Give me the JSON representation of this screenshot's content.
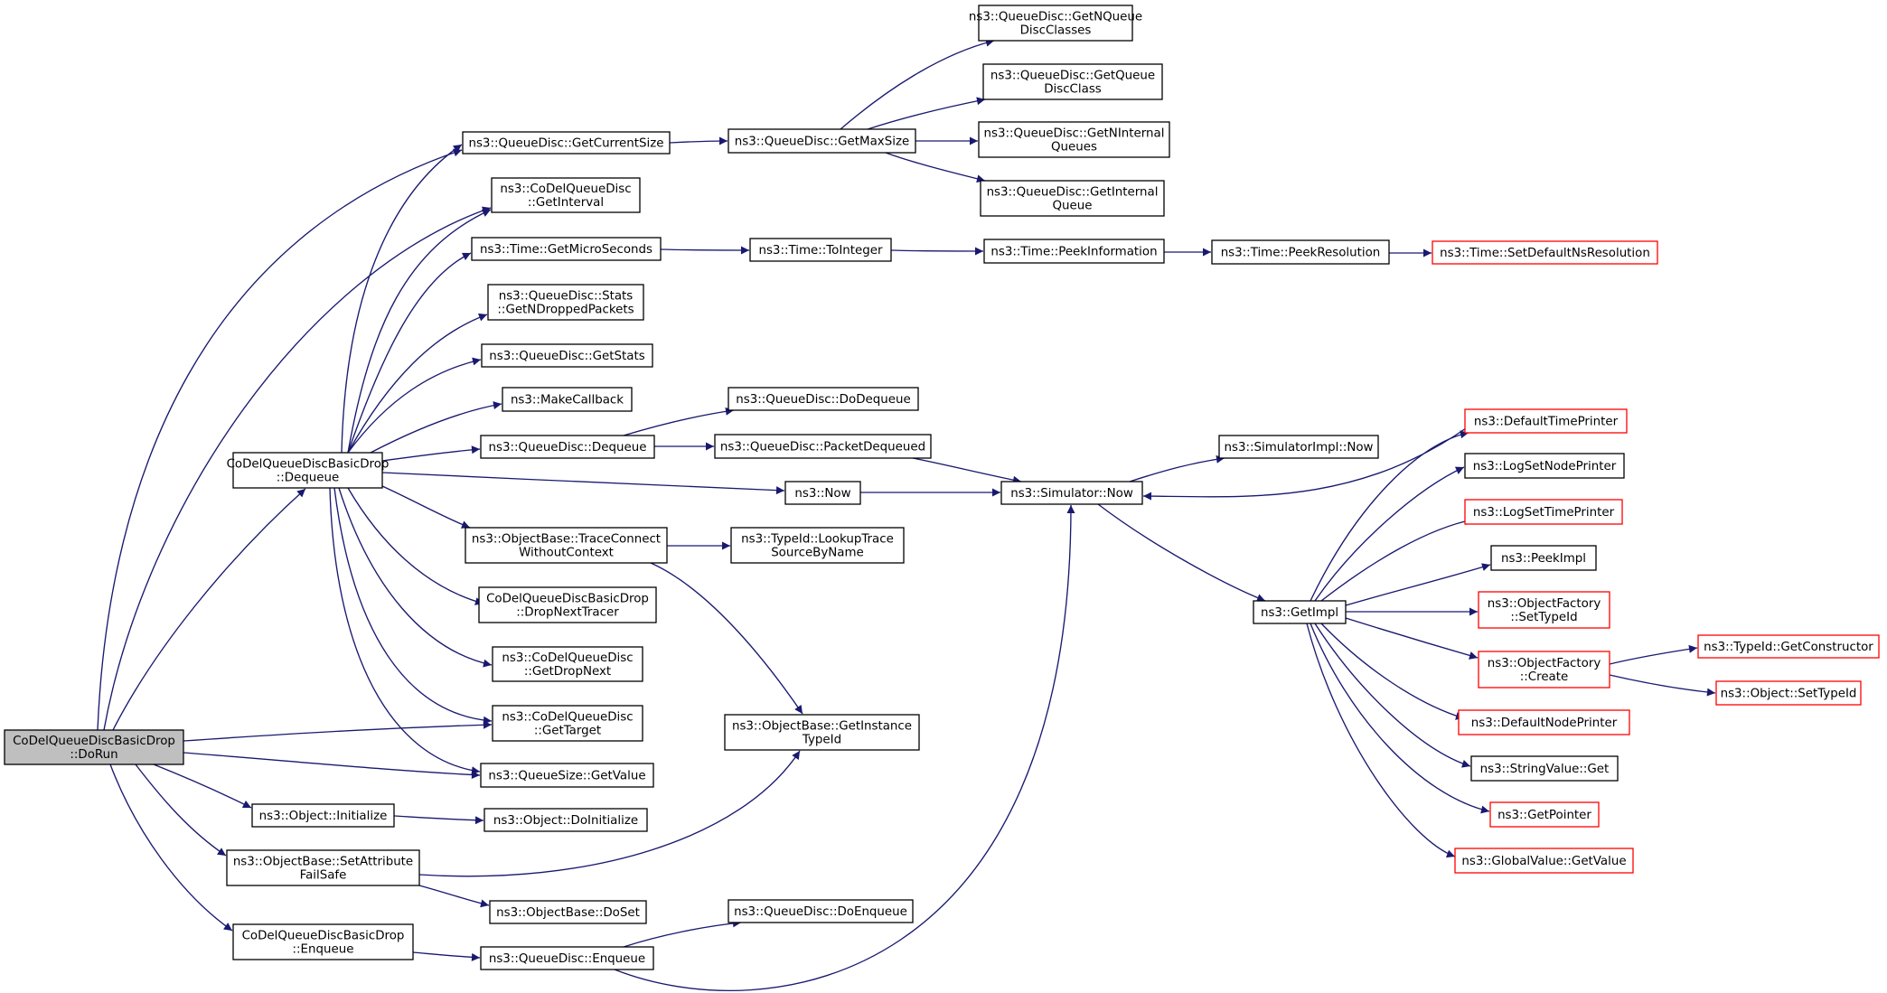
{
  "colors": {
    "edge": "#191970",
    "node_border": "#000000",
    "node_border_truncated": "#ff0000",
    "node_fill": "#ffffff",
    "root_fill": "#bfbfbf"
  },
  "nodes": [
    {
      "id": "dorun",
      "lines": [
        "CoDelQueueDiscBasicDrop",
        "::DoRun"
      ],
      "root": true
    },
    {
      "id": "dequeue",
      "lines": [
        "CoDelQueueDiscBasicDrop",
        "::Dequeue"
      ]
    },
    {
      "id": "getcurrentsize",
      "lines": [
        "ns3::QueueDisc::GetCurrentSize"
      ]
    },
    {
      "id": "getinterval",
      "lines": [
        "ns3::CoDelQueueDisc",
        "::GetInterval"
      ]
    },
    {
      "id": "getmicroseconds",
      "lines": [
        "ns3::Time::GetMicroSeconds"
      ]
    },
    {
      "id": "getndropped",
      "lines": [
        "ns3::QueueDisc::Stats",
        "::GetNDroppedPackets"
      ]
    },
    {
      "id": "getstats",
      "lines": [
        "ns3::QueueDisc::GetStats"
      ]
    },
    {
      "id": "makecallback",
      "lines": [
        "ns3::MakeCallback"
      ]
    },
    {
      "id": "qd_dequeue",
      "lines": [
        "ns3::QueueDisc::Dequeue"
      ]
    },
    {
      "id": "now",
      "lines": [
        "ns3::Now"
      ]
    },
    {
      "id": "traceconnect",
      "lines": [
        "ns3::ObjectBase::TraceConnect",
        "WithoutContext"
      ]
    },
    {
      "id": "dropnexttracer",
      "lines": [
        "CoDelQueueDiscBasicDrop",
        "::DropNextTracer"
      ]
    },
    {
      "id": "getdropnext",
      "lines": [
        "ns3::CoDelQueueDisc",
        "::GetDropNext"
      ]
    },
    {
      "id": "gettarget",
      "lines": [
        "ns3::CoDelQueueDisc",
        "::GetTarget"
      ]
    },
    {
      "id": "qs_getvalue",
      "lines": [
        "ns3::QueueSize::GetValue"
      ]
    },
    {
      "id": "obj_initialize",
      "lines": [
        "ns3::Object::Initialize"
      ]
    },
    {
      "id": "setattrfailsafe",
      "lines": [
        "ns3::ObjectBase::SetAttribute",
        "FailSafe"
      ]
    },
    {
      "id": "enqueue",
      "lines": [
        "CoDelQueueDiscBasicDrop",
        "::Enqueue"
      ]
    },
    {
      "id": "getmaxsize",
      "lines": [
        "ns3::QueueDisc::GetMaxSize"
      ]
    },
    {
      "id": "getnqueuedisc",
      "lines": [
        "ns3::QueueDisc::GetNQueue",
        "DiscClasses"
      ]
    },
    {
      "id": "getqueuedisc",
      "lines": [
        "ns3::QueueDisc::GetQueue",
        "DiscClass"
      ]
    },
    {
      "id": "getninternal",
      "lines": [
        "ns3::QueueDisc::GetNInternal",
        "Queues"
      ]
    },
    {
      "id": "getinternal",
      "lines": [
        "ns3::QueueDisc::GetInternal",
        "Queue"
      ]
    },
    {
      "id": "tointeger",
      "lines": [
        "ns3::Time::ToInteger"
      ]
    },
    {
      "id": "peekinfo",
      "lines": [
        "ns3::Time::PeekInformation"
      ]
    },
    {
      "id": "peekres",
      "lines": [
        "ns3::Time::PeekResolution"
      ]
    },
    {
      "id": "setdefaultns",
      "lines": [
        "ns3::Time::SetDefaultNsResolution"
      ],
      "truncated": true
    },
    {
      "id": "dodequeue",
      "lines": [
        "ns3::QueueDisc::DoDequeue"
      ]
    },
    {
      "id": "packetdequeued",
      "lines": [
        "ns3::QueueDisc::PacketDequeued"
      ]
    },
    {
      "id": "lookuptrace",
      "lines": [
        "ns3::TypeId::LookupTrace",
        "SourceByName"
      ]
    },
    {
      "id": "getinstancetypeid",
      "lines": [
        "ns3::ObjectBase::GetInstance",
        "TypeId"
      ]
    },
    {
      "id": "doinitialize",
      "lines": [
        "ns3::Object::DoInitialize"
      ]
    },
    {
      "id": "doset",
      "lines": [
        "ns3::ObjectBase::DoSet"
      ]
    },
    {
      "id": "doenqueue",
      "lines": [
        "ns3::QueueDisc::DoEnqueue"
      ]
    },
    {
      "id": "qd_enqueue",
      "lines": [
        "ns3::QueueDisc::Enqueue"
      ]
    },
    {
      "id": "sim_now",
      "lines": [
        "ns3::Simulator::Now"
      ]
    },
    {
      "id": "simimpl_now",
      "lines": [
        "ns3::SimulatorImpl::Now"
      ]
    },
    {
      "id": "getimpl",
      "lines": [
        "ns3::GetImpl"
      ]
    },
    {
      "id": "defaulttimeprinter",
      "lines": [
        "ns3::DefaultTimePrinter"
      ],
      "truncated": true
    },
    {
      "id": "logsetnodeprinter",
      "lines": [
        "ns3::LogSetNodePrinter"
      ]
    },
    {
      "id": "logsettimeprinter",
      "lines": [
        "ns3::LogSetTimePrinter"
      ],
      "truncated": true
    },
    {
      "id": "peekimpl",
      "lines": [
        "ns3::PeekImpl"
      ]
    },
    {
      "id": "of_settypeid",
      "lines": [
        "ns3::ObjectFactory",
        "::SetTypeId"
      ],
      "truncated": true
    },
    {
      "id": "of_create",
      "lines": [
        "ns3::ObjectFactory",
        "::Create"
      ],
      "truncated": true
    },
    {
      "id": "defaultnodeprinter",
      "lines": [
        "ns3::DefaultNodePrinter"
      ],
      "truncated": true
    },
    {
      "id": "stringvalue_get",
      "lines": [
        "ns3::StringValue::Get"
      ]
    },
    {
      "id": "getpointer",
      "lines": [
        "ns3::GetPointer"
      ],
      "truncated": true
    },
    {
      "id": "globalvalue_get",
      "lines": [
        "ns3::GlobalValue::GetValue"
      ],
      "truncated": true
    },
    {
      "id": "getconstructor",
      "lines": [
        "ns3::TypeId::GetConstructor"
      ],
      "truncated": true
    },
    {
      "id": "obj_settypeid",
      "lines": [
        "ns3::Object::SetTypeId"
      ],
      "truncated": true
    }
  ],
  "edges": [
    {
      "from": "dorun",
      "to": "getcurrentsize"
    },
    {
      "from": "dorun",
      "to": "getinterval"
    },
    {
      "from": "dorun",
      "to": "dequeue"
    },
    {
      "from": "dorun",
      "to": "gettarget"
    },
    {
      "from": "dorun",
      "to": "qs_getvalue"
    },
    {
      "from": "dorun",
      "to": "obj_initialize"
    },
    {
      "from": "dorun",
      "to": "setattrfailsafe"
    },
    {
      "from": "dorun",
      "to": "enqueue"
    },
    {
      "from": "dequeue",
      "to": "getcurrentsize"
    },
    {
      "from": "dequeue",
      "to": "getinterval"
    },
    {
      "from": "dequeue",
      "to": "getmicroseconds"
    },
    {
      "from": "dequeue",
      "to": "getndropped"
    },
    {
      "from": "dequeue",
      "to": "getstats"
    },
    {
      "from": "dequeue",
      "to": "makecallback"
    },
    {
      "from": "dequeue",
      "to": "qd_dequeue"
    },
    {
      "from": "dequeue",
      "to": "now"
    },
    {
      "from": "dequeue",
      "to": "traceconnect"
    },
    {
      "from": "dequeue",
      "to": "dropnexttracer"
    },
    {
      "from": "dequeue",
      "to": "getdropnext"
    },
    {
      "from": "dequeue",
      "to": "gettarget"
    },
    {
      "from": "dequeue",
      "to": "qs_getvalue"
    },
    {
      "from": "getcurrentsize",
      "to": "getmaxsize"
    },
    {
      "from": "getmaxsize",
      "to": "getnqueuedisc"
    },
    {
      "from": "getmaxsize",
      "to": "getqueuedisc"
    },
    {
      "from": "getmaxsize",
      "to": "getninternal"
    },
    {
      "from": "getmaxsize",
      "to": "getinternal"
    },
    {
      "from": "getmicroseconds",
      "to": "tointeger"
    },
    {
      "from": "tointeger",
      "to": "peekinfo"
    },
    {
      "from": "peekinfo",
      "to": "peekres"
    },
    {
      "from": "peekres",
      "to": "setdefaultns"
    },
    {
      "from": "qd_dequeue",
      "to": "dodequeue"
    },
    {
      "from": "qd_dequeue",
      "to": "packetdequeued"
    },
    {
      "from": "packetdequeued",
      "to": "sim_now"
    },
    {
      "from": "now",
      "to": "sim_now"
    },
    {
      "from": "traceconnect",
      "to": "lookuptrace"
    },
    {
      "from": "traceconnect",
      "to": "getinstancetypeid"
    },
    {
      "from": "obj_initialize",
      "to": "doinitialize"
    },
    {
      "from": "setattrfailsafe",
      "to": "getinstancetypeid"
    },
    {
      "from": "setattrfailsafe",
      "to": "doset"
    },
    {
      "from": "enqueue",
      "to": "qd_enqueue"
    },
    {
      "from": "qd_enqueue",
      "to": "doenqueue"
    },
    {
      "from": "qd_enqueue",
      "to": "sim_now"
    },
    {
      "from": "sim_now",
      "to": "simimpl_now"
    },
    {
      "from": "sim_now",
      "to": "getimpl"
    },
    {
      "from": "getimpl",
      "to": "defaulttimeprinter"
    },
    {
      "from": "defaulttimeprinter",
      "to": "sim_now"
    },
    {
      "from": "getimpl",
      "to": "logsetnodeprinter"
    },
    {
      "from": "getimpl",
      "to": "logsettimeprinter"
    },
    {
      "from": "getimpl",
      "to": "peekimpl"
    },
    {
      "from": "getimpl",
      "to": "of_settypeid"
    },
    {
      "from": "getimpl",
      "to": "of_create"
    },
    {
      "from": "getimpl",
      "to": "defaultnodeprinter"
    },
    {
      "from": "getimpl",
      "to": "stringvalue_get"
    },
    {
      "from": "getimpl",
      "to": "getpointer"
    },
    {
      "from": "getimpl",
      "to": "globalvalue_get"
    },
    {
      "from": "of_create",
      "to": "getconstructor"
    },
    {
      "from": "of_create",
      "to": "obj_settypeid"
    }
  ]
}
